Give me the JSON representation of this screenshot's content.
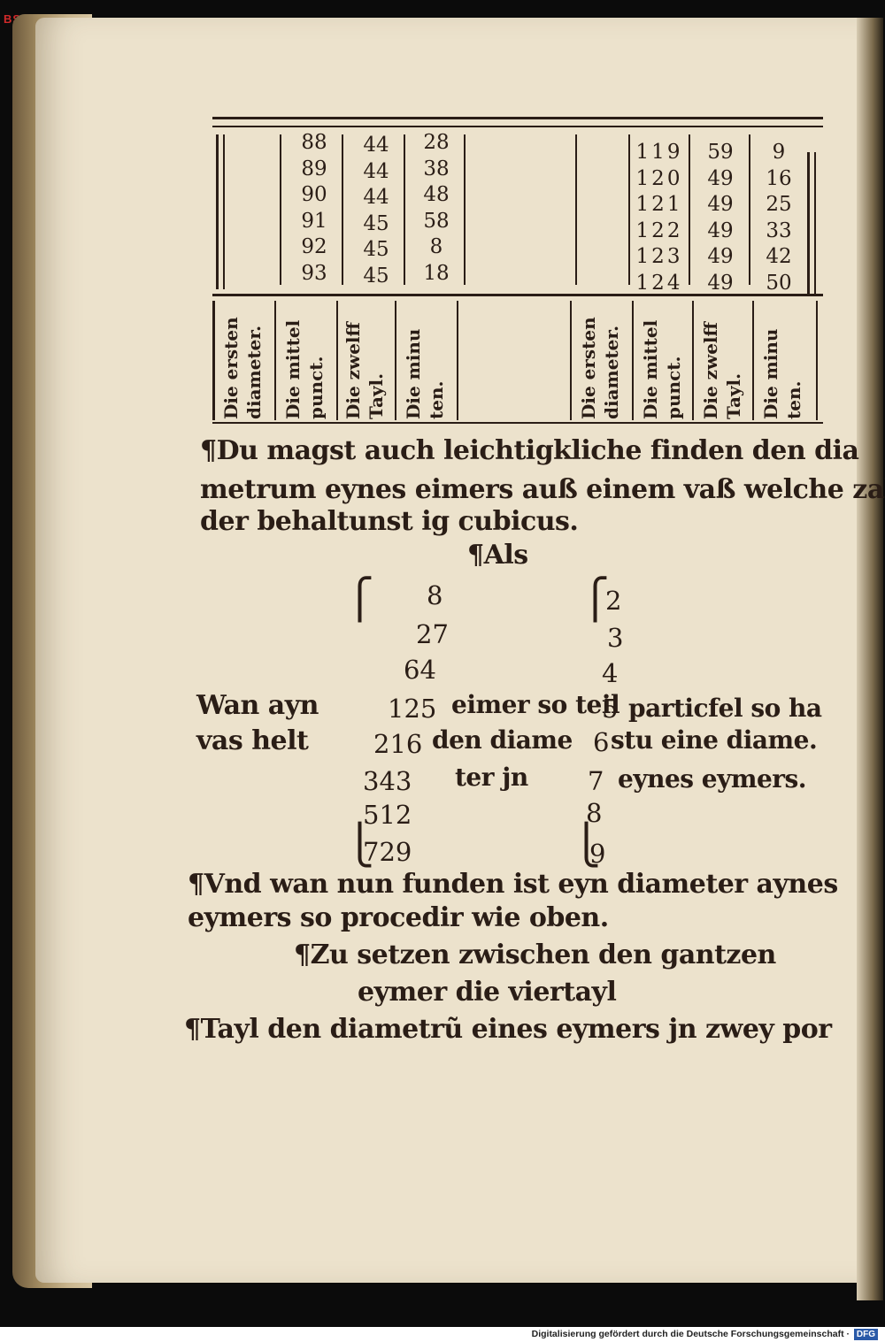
{
  "library_mark": "BSB",
  "table": {
    "left_block": {
      "col1": [
        "88",
        "89",
        "90",
        "91",
        "92",
        "93"
      ],
      "col2": [
        "44",
        "44",
        "44",
        "45",
        "45",
        "45"
      ],
      "col3": [
        "28",
        "38",
        "48",
        "58",
        "8",
        "18"
      ]
    },
    "right_block": {
      "col1": [
        "119",
        "120",
        "121",
        "122",
        "123",
        "124"
      ],
      "col2": [
        "59",
        "49",
        "49",
        "49",
        "49",
        "49"
      ],
      "col3": [
        "9",
        "16",
        "25",
        "33",
        "42",
        "50"
      ]
    },
    "headers_left": [
      "Die ersten\ndiameter.",
      "Die mittel\npunct.",
      "Die zwelff\nTayl.",
      "Die minu\nten."
    ],
    "headers_right": [
      "Die ersten\ndiameter.",
      "Die mittel\npunct.",
      "Die zwelff\nTayl.",
      "Die minu\nten."
    ]
  },
  "paragraph1": [
    "Du magst auch leichtigkliche finden den dia",
    "metrum eynes eimers auß einem vaß welche zal",
    "der behaltunst ig cubicus."
  ],
  "als": "Als",
  "example": {
    "left_label_1": "Wan ayn",
    "left_label_2": "vas helt",
    "cubes": [
      "8",
      "27",
      "64",
      "125",
      "216",
      "343",
      "512",
      "729"
    ],
    "mid_text_1": "eimer so teil",
    "mid_text_2": "den diame",
    "mid_text_3": "ter jn",
    "roots": [
      "2",
      "3",
      "4",
      "5",
      "6",
      "7",
      "8",
      "9"
    ],
    "right_text_1": "particfel so ha",
    "right_text_2": "stu eine diame.",
    "right_text_3": "eynes eymers."
  },
  "paragraph2": [
    "Vnd wan nun funden ist eyn diameter aynes",
    "eymers so procedir wie oben."
  ],
  "heading2": [
    "Zu setzen zwischen den gantzen",
    "eymer die viertayl"
  ],
  "paragraph3": "Tayl den diametrũ eines eymers jn zwey por",
  "footer": {
    "text": "Digitalisierung gefördert durch die Deutsche Forschungsgemeinschaft ·",
    "logo": "DFG"
  }
}
